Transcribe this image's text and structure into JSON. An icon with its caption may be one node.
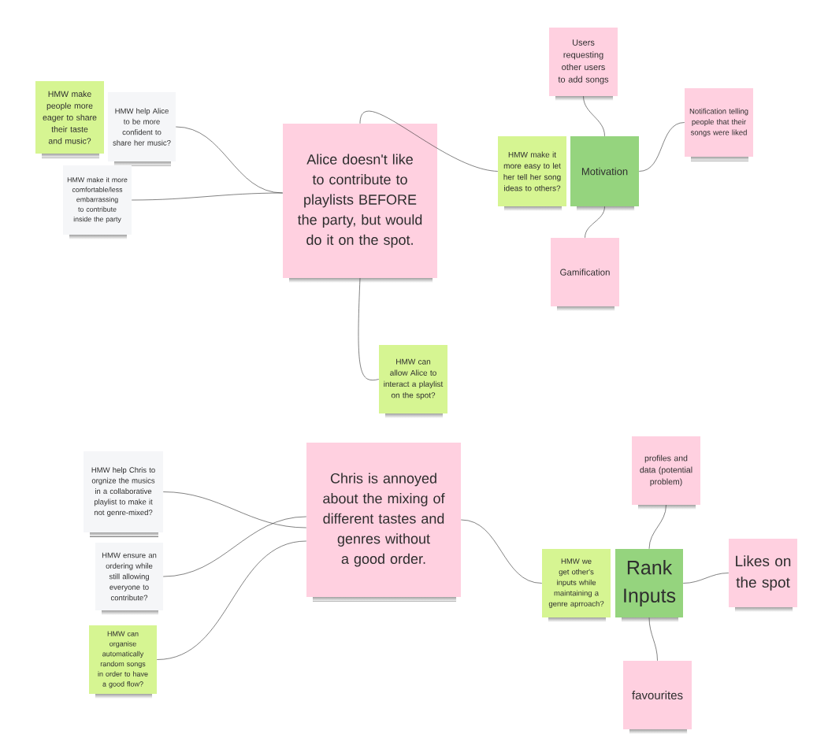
{
  "diagram": {
    "nodes": [
      {
        "text": [
          "HMW make people more eager to share their taste and music?"
        ]
      },
      {
        "text": [
          "HMW help Alice to be more confident to share her music?"
        ]
      },
      {
        "text": [
          "HMW make it more comfortable/less embarrassing to contribute inside the party"
        ]
      },
      {
        "text": [
          "Alice doesn't like to contribute to playlists BEFORE the party, but would do it on the spot."
        ]
      },
      {
        "text": [
          "HMW make it more easy to let her tell her song ideas to others?"
        ]
      },
      {
        "text": [
          "Motivation"
        ]
      },
      {
        "text": [
          "Users requesting other users to add songs"
        ]
      },
      {
        "text": [
          "Notification telling people that their songs were liked"
        ]
      },
      {
        "text": [
          "Gamification"
        ]
      },
      {
        "text": [
          "HMW can allow Alice to interact a playlist on the spot?"
        ]
      },
      {
        "text": [
          "HMW help Chris to orgnize the musics in a collaborative playlist to make it not genre-mixed?"
        ]
      },
      {
        "text": [
          "HMW ensure an ordering while still allowing everyone to contribute?"
        ]
      },
      {
        "text": [
          "HMW can organise automatically random songs in order to have a good flow?"
        ]
      },
      {
        "text": [
          "Chris is annoyed about the mixing of different tastes and genres without a good order."
        ]
      },
      {
        "text": [
          "HMW we get other's inputs while maintaining a genre aprroach?"
        ]
      },
      {
        "text": [
          "Rank Inputs"
        ]
      },
      {
        "text": [
          "profiles and data (potential problem)"
        ]
      },
      {
        "text": [
          "Likes on the spot"
        ]
      },
      {
        "text": [
          "favourites"
        ]
      }
    ],
    "edges": [
      {
        "from": 1,
        "to": 3,
        "arrow": "none"
      },
      {
        "from": 2,
        "to": 3,
        "arrow": "none"
      },
      {
        "from": 3,
        "to": 4,
        "arrow": "none"
      },
      {
        "from": 6,
        "to": 5,
        "arrow": "none"
      },
      {
        "from": 5,
        "to": 7,
        "arrow": "none"
      },
      {
        "from": 5,
        "to": 8,
        "arrow": "none"
      },
      {
        "from": 3,
        "to": 9,
        "arrow": "none"
      },
      {
        "from": 10,
        "to": 13,
        "arrow": "none"
      },
      {
        "from": 11,
        "to": 13,
        "arrow": "none"
      },
      {
        "from": 12,
        "to": 13,
        "arrow": "none"
      },
      {
        "from": 13,
        "to": 14,
        "arrow": "none"
      },
      {
        "from": 16,
        "to": 15,
        "arrow": "none"
      },
      {
        "from": 15,
        "to": 17,
        "arrow": "none"
      },
      {
        "from": 15,
        "to": 18,
        "arrow": "none"
      }
    ]
  }
}
